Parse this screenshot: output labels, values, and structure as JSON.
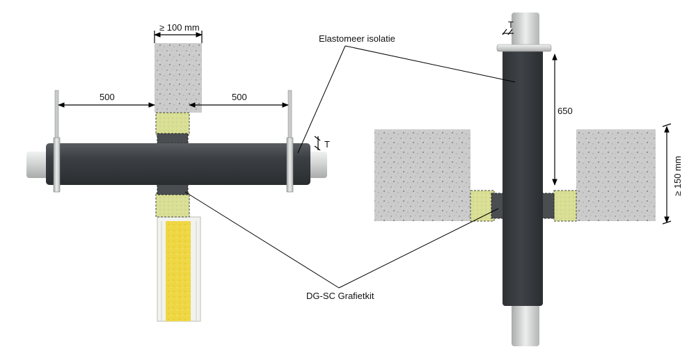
{
  "labels": {
    "wall_thickness": "≥ 100 mm",
    "dist_left": "500",
    "dist_right": "500",
    "insulation_thickness_left": "T",
    "insulation_thickness_right": "T",
    "insulation": "Elastomeer isolatie",
    "sealant": "DG-SC Grafietkit",
    "distance_vertical": "650",
    "floor_thickness": "≥ 150 mm"
  },
  "colors": {
    "concrete": "#c9c9c9",
    "insulation_pipe": "#3f4245",
    "steel_pipe": "#d4d6d6",
    "mineral_wool": "#d6dc8f",
    "yellow_wool": "#eed83d",
    "sealant": "#4a4d50"
  }
}
